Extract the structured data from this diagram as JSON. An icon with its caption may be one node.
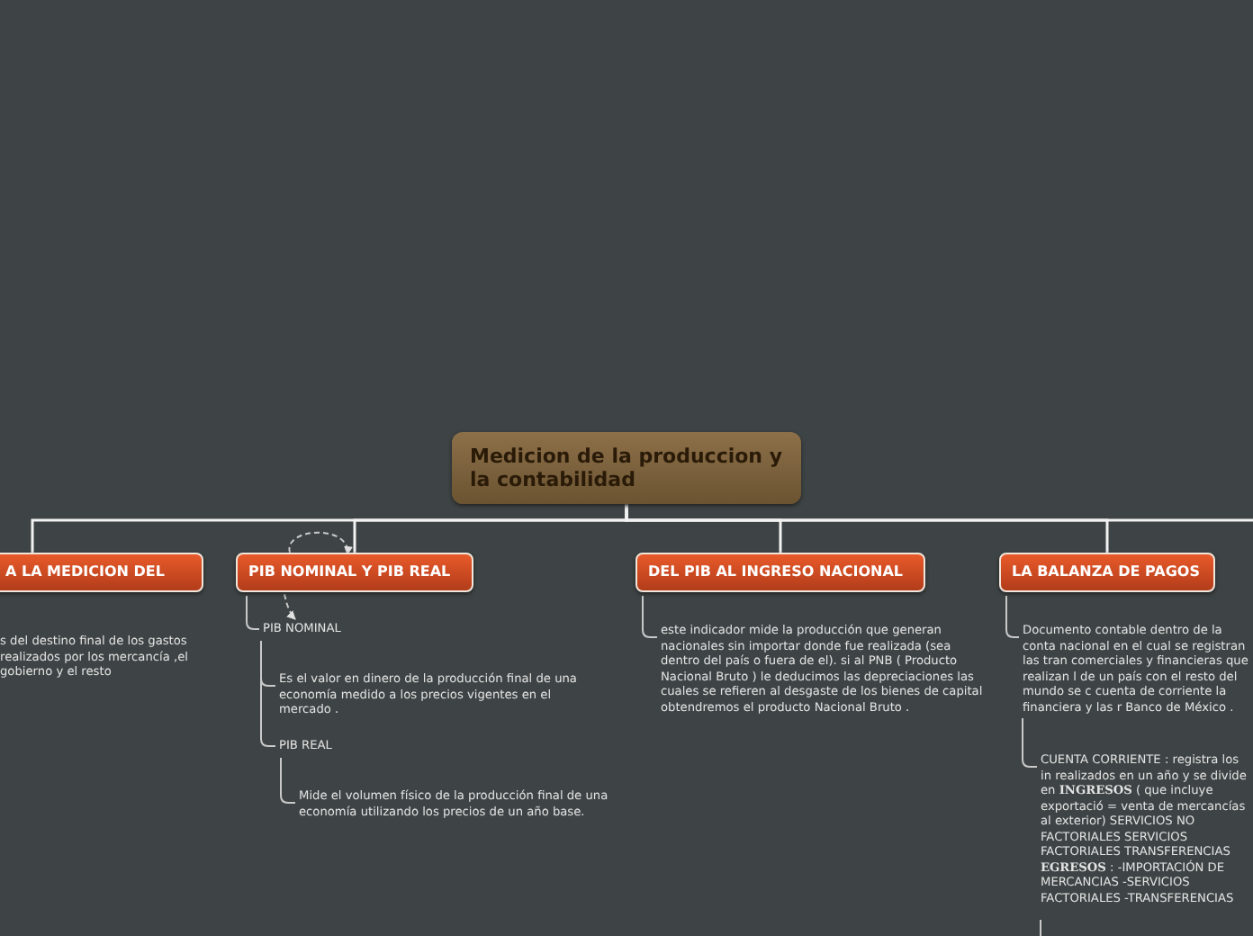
{
  "diagram": {
    "nodes": [
      {
        "text": [
          "Medicion de la produccion y la contabilidad"
        ]
      },
      {
        "text": [
          "A LA MEDICION DEL"
        ]
      },
      {
        "text": [
          "PIB NOMINAL Y PIB REAL"
        ]
      },
      {
        "text": [
          "DEL PIB AL INGRESO NACIONAL"
        ]
      },
      {
        "text": [
          "LA BALANZA DE PAGOS"
        ]
      },
      {
        "text": [
          "s del destino final de los gastos realizados por los mercancía ,el gobierno y el resto"
        ]
      },
      {
        "text": [
          "PIB  NOMINAL"
        ]
      },
      {
        "text": [
          "Es el valor en dinero  de la producción final de una economía medido  a los precios vigentes en el mercado ."
        ]
      },
      {
        "text": [
          "PIB REAL"
        ]
      },
      {
        "text": [
          "Mide el volumen físico de la producción final de una economía utilizando los precios de un año base."
        ]
      },
      {
        "text": [
          "este indicador mide la producción que generan nacionales sin importar donde fue realizada (sea dentro del país o fuera de el). si al PNB ( Producto Nacional Bruto ) le deducimos las depreciaciones las cuales se refieren al desgaste de los bienes de capital obtendremos el producto Nacional Bruto ."
        ]
      },
      {
        "text": [
          "Documento contable dentro de la conta nacional en el cual se registran las tran comerciales y financieras que realizan l de un país con el resto del mundo se c cuenta de corriente la financiera y las r Banco de México ."
        ]
      },
      {
        "text": [
          "CUENTA CORRIENTE : registra los in realizados en un año y se divide en **INGRESOS** ( que incluye exportació = venta de mercancías al exterior) SERVICIOS NO FACTORIALES SERVICIOS FACTORIALES TRANSFERENCIAS **EGRESOS** : -IMPORTACIÓN DE MERCANCIAS -SERVICIOS FACTORIALES -TRANSFERENCIAS"
        ]
      }
    ],
    "edges": [
      {
        "from": 0,
        "to": 1,
        "arrow": "none"
      },
      {
        "from": 0,
        "to": 2,
        "arrow": "none"
      },
      {
        "from": 0,
        "to": 3,
        "arrow": "none"
      },
      {
        "from": 0,
        "to": 4,
        "arrow": "none"
      },
      {
        "from": 0,
        "to": null,
        "arrow": "none"
      },
      {
        "from": 2,
        "to": 2,
        "arrow": "to",
        "style": "dashed"
      },
      {
        "from": 2,
        "to": 6,
        "arrow": "to",
        "style": "dashed"
      },
      {
        "from": 2,
        "to": 6,
        "arrow": "none"
      },
      {
        "from": 6,
        "to": 7,
        "arrow": "none"
      },
      {
        "from": 6,
        "to": 8,
        "arrow": "none"
      },
      {
        "from": 8,
        "to": 9,
        "arrow": "none"
      },
      {
        "from": 3,
        "to": 10,
        "arrow": "none"
      },
      {
        "from": 4,
        "to": 11,
        "arrow": "none"
      },
      {
        "from": 11,
        "to": 12,
        "arrow": "none"
      },
      {
        "from": 12,
        "to": null,
        "arrow": "none"
      }
    ]
  }
}
